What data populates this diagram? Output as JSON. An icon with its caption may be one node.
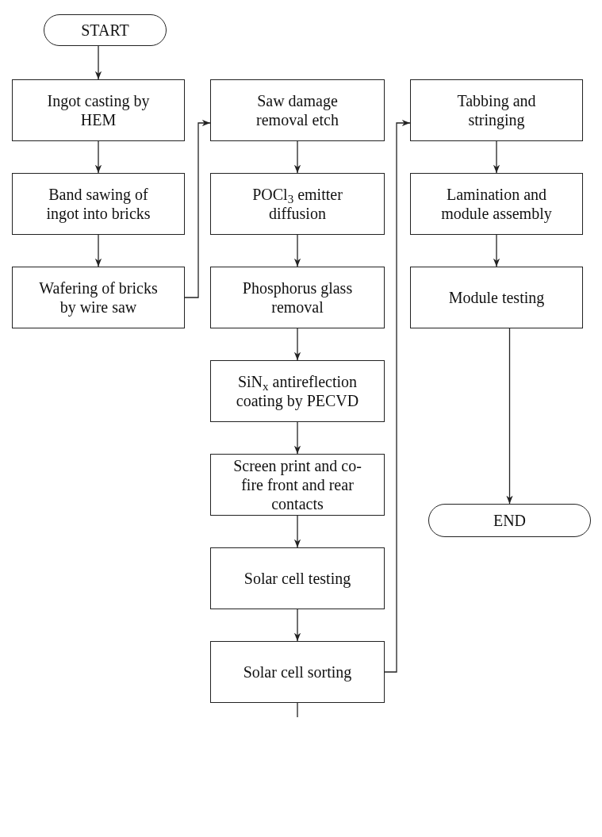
{
  "diagram": {
    "nodes": [
      {
        "text": [
          "START"
        ]
      },
      {
        "text": [
          "Ingot casting by HEM"
        ]
      },
      {
        "text": [
          "Band sawing of ingot into bricks"
        ]
      },
      {
        "text": [
          "Wafering of bricks by wire saw"
        ]
      },
      {
        "text": [
          "Saw damage removal etch"
        ]
      },
      {
        "text": [
          "POCl$_{3}$ emitter diffusion"
        ]
      },
      {
        "text": [
          "Phosphorus glass removal"
        ]
      },
      {
        "text": [
          "SiN$_{x}$ antireflection coating by PECVD"
        ]
      },
      {
        "text": [
          "Screen print and co-fire front and rear contacts"
        ]
      },
      {
        "text": [
          "Solar cell testing"
        ]
      },
      {
        "text": [
          "Solar cell sorting"
        ]
      },
      {
        "text": [
          "Tabbing and stringing"
        ]
      },
      {
        "text": [
          "Lamination and module assembly"
        ]
      },
      {
        "text": [
          "Module testing"
        ]
      },
      {
        "text": [
          "END"
        ]
      }
    ],
    "edges": [
      {
        "from": 0,
        "to": 1,
        "arrow": "to"
      },
      {
        "from": 1,
        "to": 2,
        "arrow": "to"
      },
      {
        "from": 2,
        "to": 3,
        "arrow": "to"
      },
      {
        "from": 3,
        "to": 4,
        "arrow": "to"
      },
      {
        "from": 4,
        "to": 5,
        "arrow": "to"
      },
      {
        "from": 5,
        "to": 6,
        "arrow": "to"
      },
      {
        "from": 6,
        "to": 7,
        "arrow": "to"
      },
      {
        "from": 7,
        "to": 8,
        "arrow": "to"
      },
      {
        "from": 8,
        "to": 9,
        "arrow": "to"
      },
      {
        "from": 9,
        "to": 10,
        "arrow": "to"
      },
      {
        "from": 10,
        "to": 11,
        "arrow": "to"
      },
      {
        "from": 10,
        "to": null,
        "arrow": "none"
      },
      {
        "from": 11,
        "to": 12,
        "arrow": "to"
      },
      {
        "from": 12,
        "to": 13,
        "arrow": "to"
      },
      {
        "from": 13,
        "to": 14,
        "arrow": "to"
      }
    ]
  }
}
